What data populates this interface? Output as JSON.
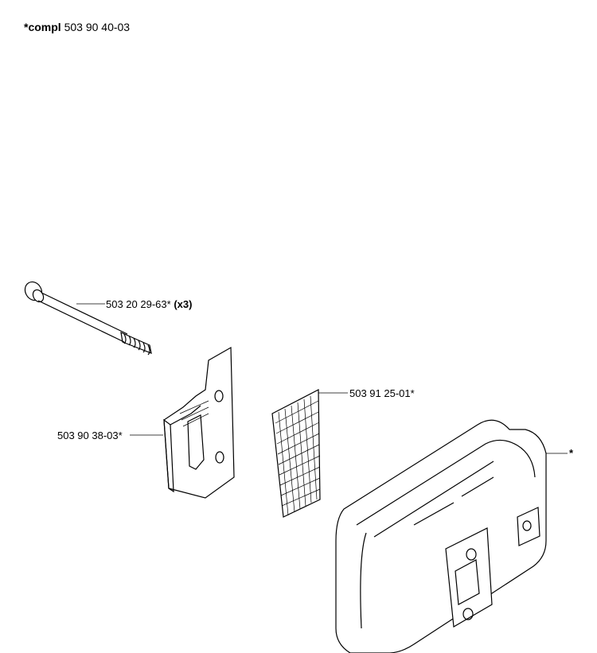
{
  "header": {
    "prefix": "*compl",
    "part_number": "503 90 40-03"
  },
  "callouts": {
    "screw": {
      "part_number": "503 20 29-63*",
      "qty": "(x3)"
    },
    "screen": {
      "part_number": "503 91 25-01*"
    },
    "plate": {
      "part_number": "503 90 38-03*"
    },
    "muffler": {
      "marker": "*"
    }
  },
  "colors": {
    "line": "#000000",
    "background": "#ffffff"
  }
}
